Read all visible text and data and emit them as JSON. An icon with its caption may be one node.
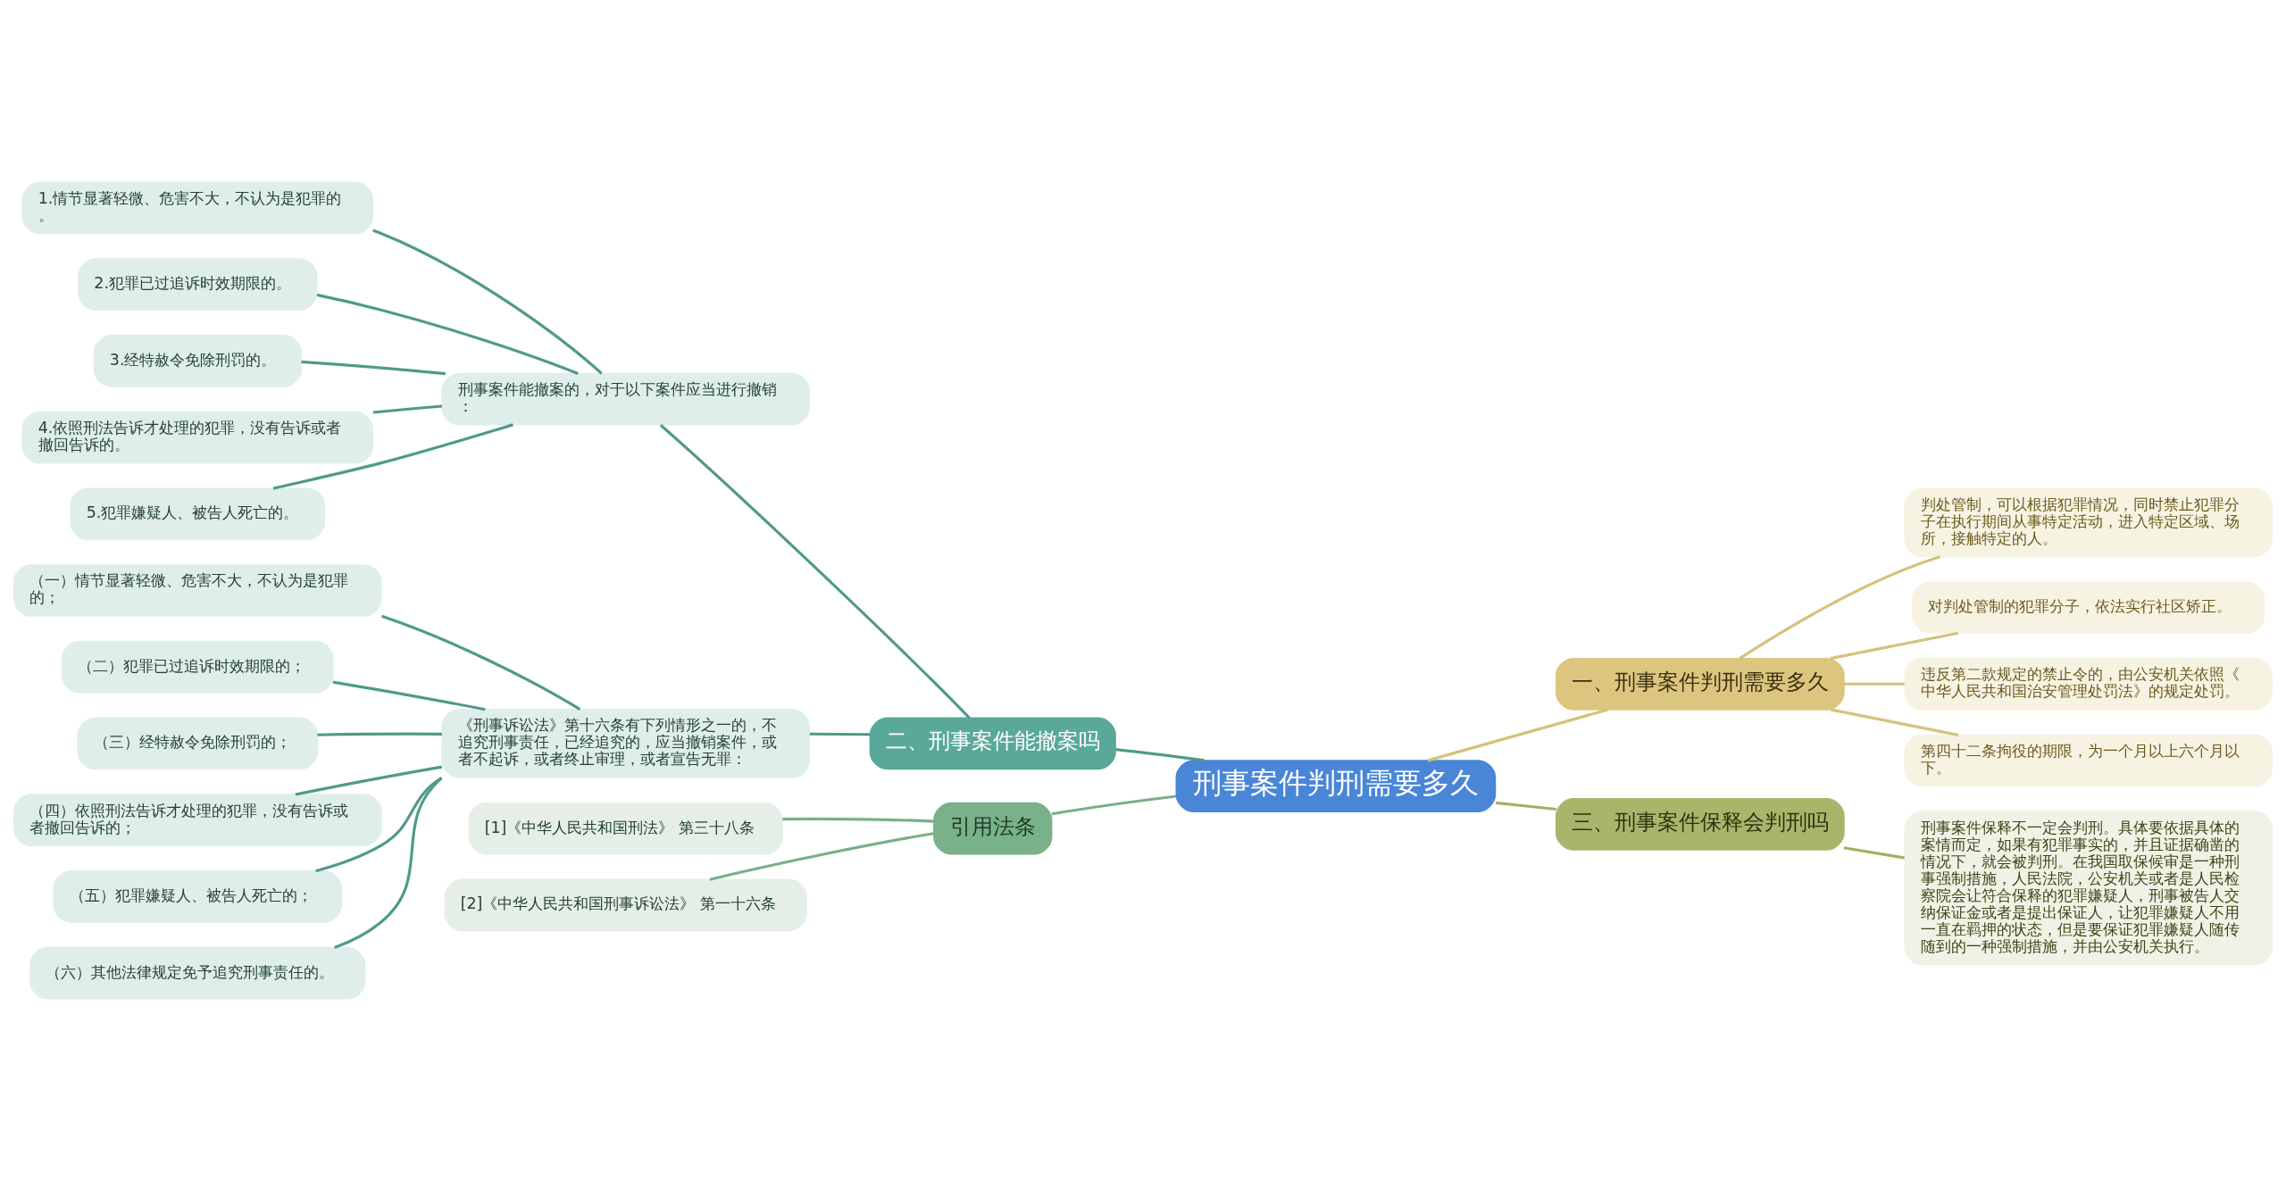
{
  "diagram": {
    "nodes": [
      {
        "text": [
          "刑事案件判刑需要多久"
        ]
      },
      {
        "text": [
          "一、刑事案件判刑需要多久"
        ]
      },
      {
        "text": [
          "判处管制，可以根据犯罪情况，同时禁止犯罪分子在执行期间从事特定活动，进入特定区域、场所，接触特定的人。"
        ]
      },
      {
        "text": [
          "对判处管制的犯罪分子，依法实行社区矫正。"
        ]
      },
      {
        "text": [
          "违反第二款规定的禁止令的，由公安机关依照《中华人民共和国治安管理处罚法》的规定处罚。"
        ]
      },
      {
        "text": [
          "第四十二条拘役的期限，为一个月以上六个月以下。"
        ]
      },
      {
        "text": [
          "三、刑事案件保释会判刑吗"
        ]
      },
      {
        "text": [
          "刑事案件保释不一定会判刑。具体要依据具体的案情而定，如果有犯罪事实的，并且证据确凿的情况下，就会被判刑。在我国取保候审是一种刑事强制措施，人民法院，公安机关或者是人民检察院会让符合保释的犯罪嫌疑人，刑事被告人交纳保证金或者是提出保证人，让犯罪嫌疑人不用一直在羁押的状态，但是要保证犯罪嫌疑人随传随到的一种强制措施，并由公安机关执行。"
        ]
      },
      {
        "text": [
          "二、刑事案件能撤案吗"
        ]
      },
      {
        "text": [
          "刑事案件能撤案的，对于以下案件应当进行撤销："
        ]
      },
      {
        "text": [
          "1.情节显著轻微、危害不大，不认为是犯罪的。"
        ]
      },
      {
        "text": [
          "2.犯罪已过追诉时效期限的。"
        ]
      },
      {
        "text": [
          "3.经特赦令免除刑罚的。"
        ]
      },
      {
        "text": [
          "4.依照刑法告诉才处理的犯罪，没有告诉或者撤回告诉的。"
        ]
      },
      {
        "text": [
          "5.犯罪嫌疑人、被告人死亡的。"
        ]
      },
      {
        "text": [
          "《刑事诉讼法》第十六条有下列情形之一的，不追究刑事责任，已经追究的，应当撤销案件，或者不起诉，或者终止审理，或者宣告无罪："
        ]
      },
      {
        "text": [
          "（一）情节显著轻微、危害不大，不认为是犯罪的；"
        ]
      },
      {
        "text": [
          "（二）犯罪已过追诉时效期限的；"
        ]
      },
      {
        "text": [
          "（三）经特赦令免除刑罚的；"
        ]
      },
      {
        "text": [
          "（四）依照刑法告诉才处理的犯罪，没有告诉或者撤回告诉的；"
        ]
      },
      {
        "text": [
          "（五）犯罪嫌疑人、被告人死亡的；"
        ]
      },
      {
        "text": [
          "（六）其他法律规定免予追究刑事责任的。"
        ]
      },
      {
        "text": [
          "引用法条"
        ]
      },
      {
        "text": [
          "[1]《中华人民共和国刑法》 第三十八条"
        ]
      },
      {
        "text": [
          "[2]《中华人民共和国刑事诉讼法》 第一十六条"
        ]
      }
    ],
    "edges": [
      {
        "from": 0,
        "to": 1,
        "arrow": "none",
        "color": "#d6c27c"
      },
      {
        "from": 1,
        "to": 2,
        "arrow": "none",
        "color": "#d6c27c"
      },
      {
        "from": 1,
        "to": 3,
        "arrow": "none",
        "color": "#d6c27c"
      },
      {
        "from": 1,
        "to": 4,
        "arrow": "none",
        "color": "#d6c27c"
      },
      {
        "from": 1,
        "to": 5,
        "arrow": "none",
        "color": "#d6c27c"
      },
      {
        "from": 0,
        "to": 6,
        "arrow": "none",
        "color": "#a7ad62"
      },
      {
        "from": 6,
        "to": 7,
        "arrow": "none",
        "color": "#a7ad62"
      },
      {
        "from": 0,
        "to": 8,
        "arrow": "none"
      },
      {
        "from": 8,
        "to": 9,
        "arrow": "none"
      },
      {
        "from": 9,
        "to": 10,
        "arrow": "none"
      },
      {
        "from": 9,
        "to": 11,
        "arrow": "none"
      },
      {
        "from": 9,
        "to": 12,
        "arrow": "none"
      },
      {
        "from": 9,
        "to": 13,
        "arrow": "none"
      },
      {
        "from": 9,
        "to": 14,
        "arrow": "none"
      },
      {
        "from": 8,
        "to": 15,
        "arrow": "none"
      },
      {
        "from": 15,
        "to": 16,
        "arrow": "none"
      },
      {
        "from": 15,
        "to": 17,
        "arrow": "none"
      },
      {
        "from": 15,
        "to": 18,
        "arrow": "none"
      },
      {
        "from": 15,
        "to": 19,
        "arrow": "none"
      },
      {
        "from": 15,
        "to": 20,
        "arrow": "none"
      },
      {
        "from": 15,
        "to": 21,
        "arrow": "none"
      },
      {
        "from": 0,
        "to": 22,
        "arrow": "none",
        "color": "#7aae8a"
      },
      {
        "from": 22,
        "to": 23,
        "arrow": "none",
        "color": "#7aae8a"
      },
      {
        "from": 22,
        "to": 24,
        "arrow": "none",
        "color": "#7aae8a"
      }
    ]
  }
}
